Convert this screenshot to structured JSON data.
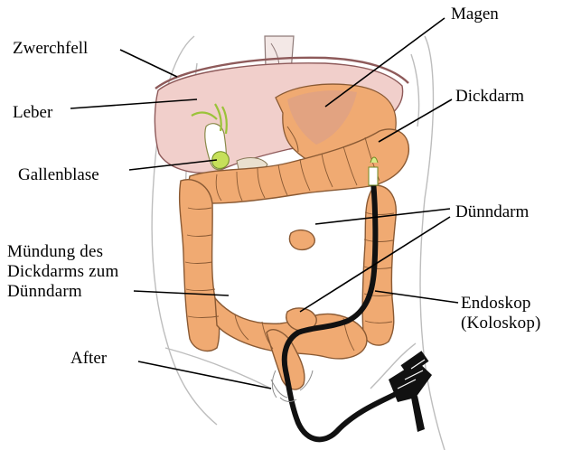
{
  "labels": {
    "zwerchfell": "Zwerchfell",
    "leber": "Leber",
    "gallenblase": "Gallenblase",
    "muendung": "Mündung des\nDickdarms zum\nDünndarm",
    "after": "After",
    "magen": "Magen",
    "dickdarm": "Dickdarm",
    "duenndarm": "Dünndarm",
    "endoskop": "Endoskop\n(Koloskop)"
  },
  "colors": {
    "organ_fill": "#f0aa72",
    "organ_stroke": "#8a5a34",
    "liver_fill": "#f1cfcb",
    "liver_stroke": "#8e5a5a",
    "stomach_shadow": "#d79c8e",
    "gallbladder": "#c6e05a",
    "endoscope": "#111111",
    "body_outline": "#bdbdbd",
    "leader_line": "#000000"
  }
}
